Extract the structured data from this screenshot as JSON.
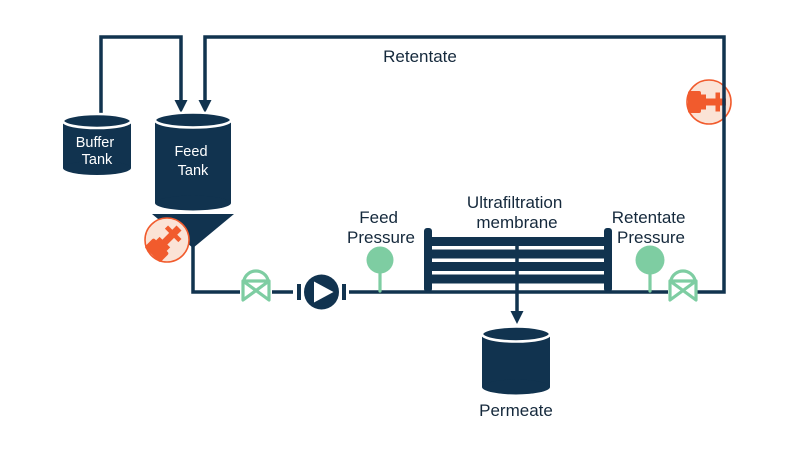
{
  "diagram": {
    "type": "process-flow-diagram",
    "subject": "Ultrafiltration membrane system",
    "labels": {
      "retentate_line": "Retentate",
      "buffer_tank": {
        "line1": "Buffer",
        "line2": "Tank"
      },
      "feed_tank": {
        "line1": "Feed",
        "line2": "Tank"
      },
      "feed_pressure": {
        "line1": "Feed",
        "line2": "Pressure"
      },
      "membrane": {
        "line1": "Ultrafiltration",
        "line2": "membrane"
      },
      "retentate_pressure": {
        "line1": "Retentate",
        "line2": "Pressure"
      },
      "permeate_tank": "Permeate"
    },
    "icons": {
      "pump": "pump-icon",
      "feed_valve": "diaphragm-valve-icon",
      "retentate_valve": "diaphragm-valve-icon",
      "feed_pressure_gauge": "pressure-gauge-icon",
      "retentate_pressure_gauge": "pressure-gauge-icon",
      "feed_homogenizer": "homogenizer-valve-icon",
      "retentate_homogenizer": "homogenizer-valve-icon"
    },
    "colors": {
      "navy": "#11334f",
      "mint": "#7ecda2",
      "orange": "#f15b2d",
      "orange_light": "#fbe3d6",
      "text": "#15293c",
      "tank_text": "#ffffff",
      "background": "#ffffff"
    }
  }
}
